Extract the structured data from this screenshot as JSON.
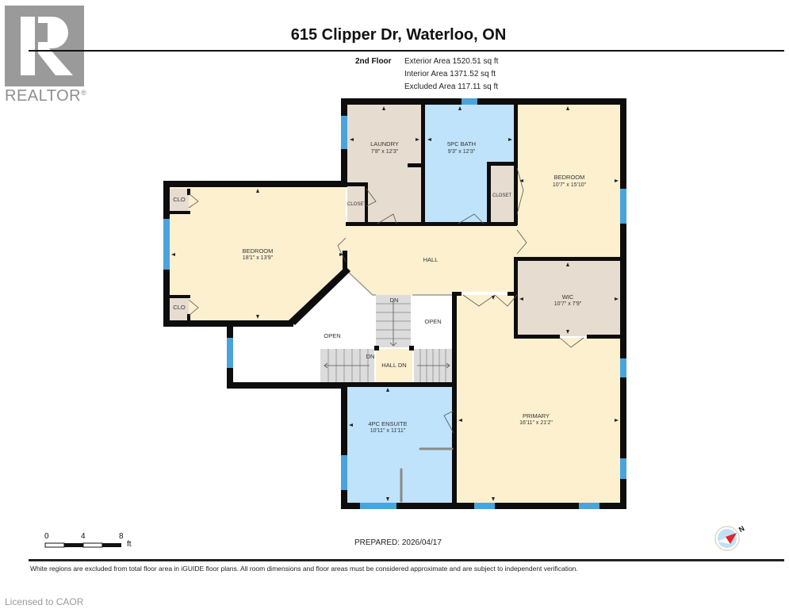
{
  "header": {
    "logo_text": "REALTOR",
    "logo_registered": "®",
    "title": "615 Clipper Dr, Waterloo, ON"
  },
  "floor_summary": {
    "floor": "2nd Floor",
    "exterior_area": "Exterior Area 1520.51 sq ft",
    "interior_area": "Interior Area 1371.52 sq ft",
    "excluded_area": "Excluded Area 117.11 sq ft"
  },
  "rooms": {
    "laundry": {
      "name": "LAUNDRY",
      "dims": "7'8\" x 12'3\""
    },
    "bath5pc": {
      "name": "5PC BATH",
      "dims": "9'3\" x 12'3\""
    },
    "bedroom_ne": {
      "name": "BEDROOM",
      "dims": "10'7\" x 15'10\""
    },
    "bedroom_w": {
      "name": "BEDROOM",
      "dims": "18'1\" x 13'9\""
    },
    "hall": {
      "name": "HALL"
    },
    "wic": {
      "name": "WIC",
      "dims": "10'7\" x 7'9\""
    },
    "primary": {
      "name": "PRIMARY",
      "dims": "16'11\" x 21'2\""
    },
    "ensuite": {
      "name": "4PC ENSUITE",
      "dims": "10'11\" x 11'11\""
    },
    "closet_laundry": {
      "name": "CLOSET"
    },
    "closet_bedroom": {
      "name": "CLOSET"
    },
    "clo_top": {
      "name": "CLO"
    },
    "clo_bottom": {
      "name": "CLO"
    },
    "open_left": {
      "name": "OPEN"
    },
    "open_right": {
      "name": "OPEN"
    },
    "stair_dn_top": {
      "name": "DN"
    },
    "stair_dn_left": {
      "name": "DN"
    },
    "hall_dn": {
      "name": "HALL DN"
    }
  },
  "scale": {
    "labels": [
      "0",
      "4",
      "8"
    ],
    "unit": "ft"
  },
  "prepared": "PREPARED: 2026/04/17",
  "compass": {
    "label": "N"
  },
  "disclaimer": "White regions are excluded from total floor area in iGUIDE floor plans. All room dimensions and floor areas must be considered approximate and are subject to independent verification.",
  "footer": {
    "licensed": "Licensed to CAOR"
  },
  "colors": {
    "wall": "#0d0d0d",
    "bedroom_fill": "#fdf0cf",
    "utility_fill": "#e6ddd0",
    "bath_fill": "#bfe3fb",
    "window": "#4aa3dc",
    "stair_fill": "#dcdcdc"
  }
}
